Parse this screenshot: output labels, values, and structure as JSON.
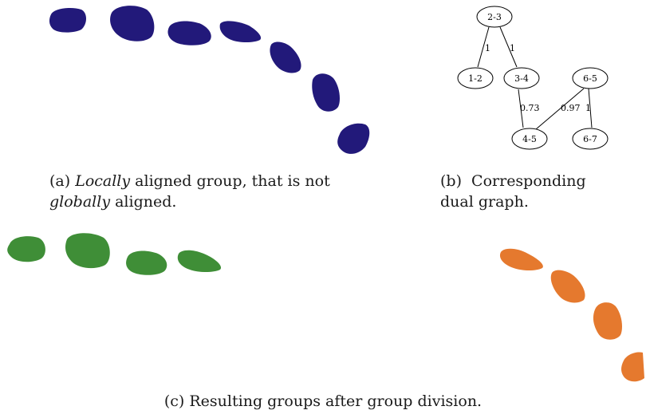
{
  "colors": {
    "blobs_a": "#22197a",
    "blobs_green": "#3f8e37",
    "blobs_orange": "#e5792e",
    "graph_line": "#000000"
  },
  "captions": {
    "a": {
      "label": "(a)",
      "word1": "Locally",
      "mid": "aligned group, that is not",
      "word2": "globally",
      "end": "aligned."
    },
    "b": {
      "label": "(b)",
      "line1": "Corresponding",
      "line2": "dual graph."
    },
    "c": {
      "text": "(c) Resulting groups after group division."
    }
  },
  "graph": {
    "nodes": [
      {
        "id": "n23",
        "label": "2-3"
      },
      {
        "id": "n12",
        "label": "1-2"
      },
      {
        "id": "n34",
        "label": "3-4"
      },
      {
        "id": "n65",
        "label": "6-5"
      },
      {
        "id": "n45",
        "label": "4-5"
      },
      {
        "id": "n67",
        "label": "6-7"
      }
    ],
    "edges": [
      {
        "from": "2-3",
        "to": "1-2",
        "weight": "1"
      },
      {
        "from": "2-3",
        "to": "3-4",
        "weight": "1"
      },
      {
        "from": "3-4",
        "to": "4-5",
        "weight": "0.73"
      },
      {
        "from": "6-5",
        "to": "4-5",
        "weight": "0.97"
      },
      {
        "from": "6-5",
        "to": "6-7",
        "weight": "1"
      }
    ]
  }
}
